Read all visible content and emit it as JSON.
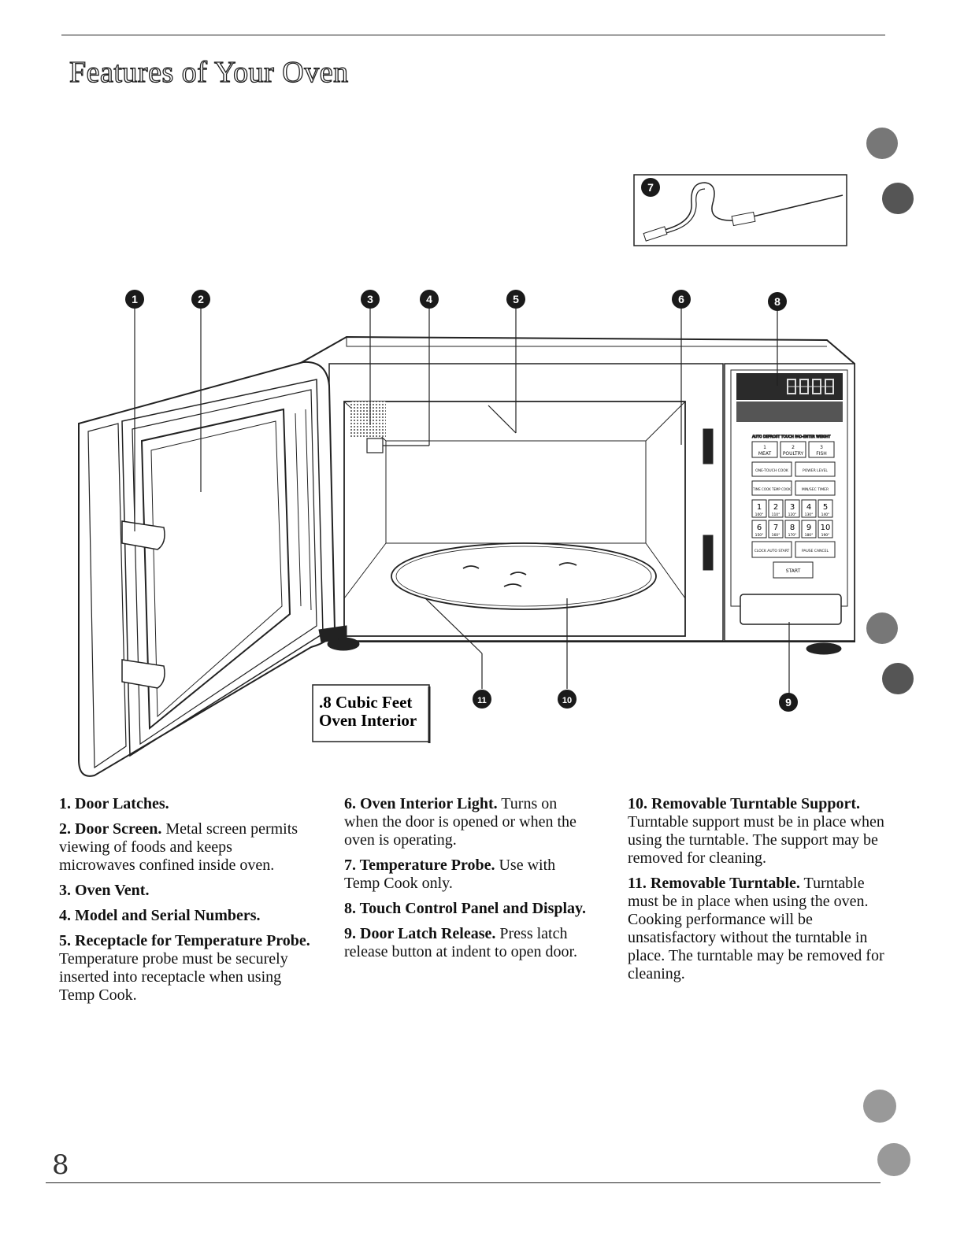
{
  "page": {
    "title": "Features of Your Oven",
    "page_number": "8"
  },
  "diagram": {
    "callouts": [
      "1",
      "2",
      "3",
      "4",
      "5",
      "6",
      "7",
      "8",
      "9",
      "10",
      "11"
    ],
    "capacity_label_line1": ".8 Cubic Feet",
    "capacity_label_line2": "Oven Interior",
    "control_panel": {
      "header": "AUTO DEFROST  TOUCH PAD-ENTER WEIGHT",
      "buttons": [
        {
          "num": "1",
          "label": "MEAT"
        },
        {
          "num": "2",
          "label": "POULTRY"
        },
        {
          "num": "3",
          "label": "FISH"
        },
        {
          "label": "ONE-TOUCH COOK"
        },
        {
          "label": "POWER LEVEL"
        },
        {
          "label": "TIME COOK TEMP COOK"
        },
        {
          "label": "MIN/SEC TIMER"
        },
        {
          "label": "CLOCK AUTO START"
        },
        {
          "label": "PAUSE CANCEL"
        },
        {
          "label": "START"
        }
      ],
      "number_pad": [
        {
          "num": "1",
          "temp": "100°"
        },
        {
          "num": "2",
          "temp": "110°"
        },
        {
          "num": "3",
          "temp": "120°"
        },
        {
          "num": "4",
          "temp": "130°"
        },
        {
          "num": "5",
          "temp": "140°"
        },
        {
          "num": "6",
          "temp": "150°"
        },
        {
          "num": "7",
          "temp": "160°"
        },
        {
          "num": "8",
          "temp": "170°"
        },
        {
          "num": "9",
          "temp": "180°"
        },
        {
          "num": "10",
          "temp": "190°"
        }
      ]
    }
  },
  "features": {
    "f1": {
      "title": "1. Door Latches.",
      "body": ""
    },
    "f2": {
      "title": "2. Door Screen.",
      "body": " Metal screen permits viewing of foods and keeps microwaves confined inside oven."
    },
    "f3": {
      "title": "3. Oven Vent.",
      "body": ""
    },
    "f4": {
      "title": "4. Model and Serial Numbers.",
      "body": ""
    },
    "f5": {
      "title": "5. Receptacle for Temperature Probe.",
      "body": " Temperature probe must be securely inserted into receptacle when using Temp Cook."
    },
    "f6": {
      "title": "6. Oven Interior Light.",
      "body": " Turns on when the door is opened or when the oven is operating."
    },
    "f7": {
      "title": "7. Temperature Probe.",
      "body": " Use with Temp Cook only."
    },
    "f8": {
      "title": "8. Touch Control Panel and Display.",
      "body": ""
    },
    "f9": {
      "title": "9. Door Latch Release.",
      "body": " Press latch release button at indent to open door."
    },
    "f10": {
      "title": "10. Removable Turntable Support.",
      "body": " Turntable support must be in place when using the turntable. The support may be removed for cleaning."
    },
    "f11": {
      "title": "11. Removable Turntable.",
      "body": " Turntable must be in place when using the oven. Cooking performance will be unsatisfactory without the turntable in place. The turntable may be removed for cleaning."
    }
  }
}
